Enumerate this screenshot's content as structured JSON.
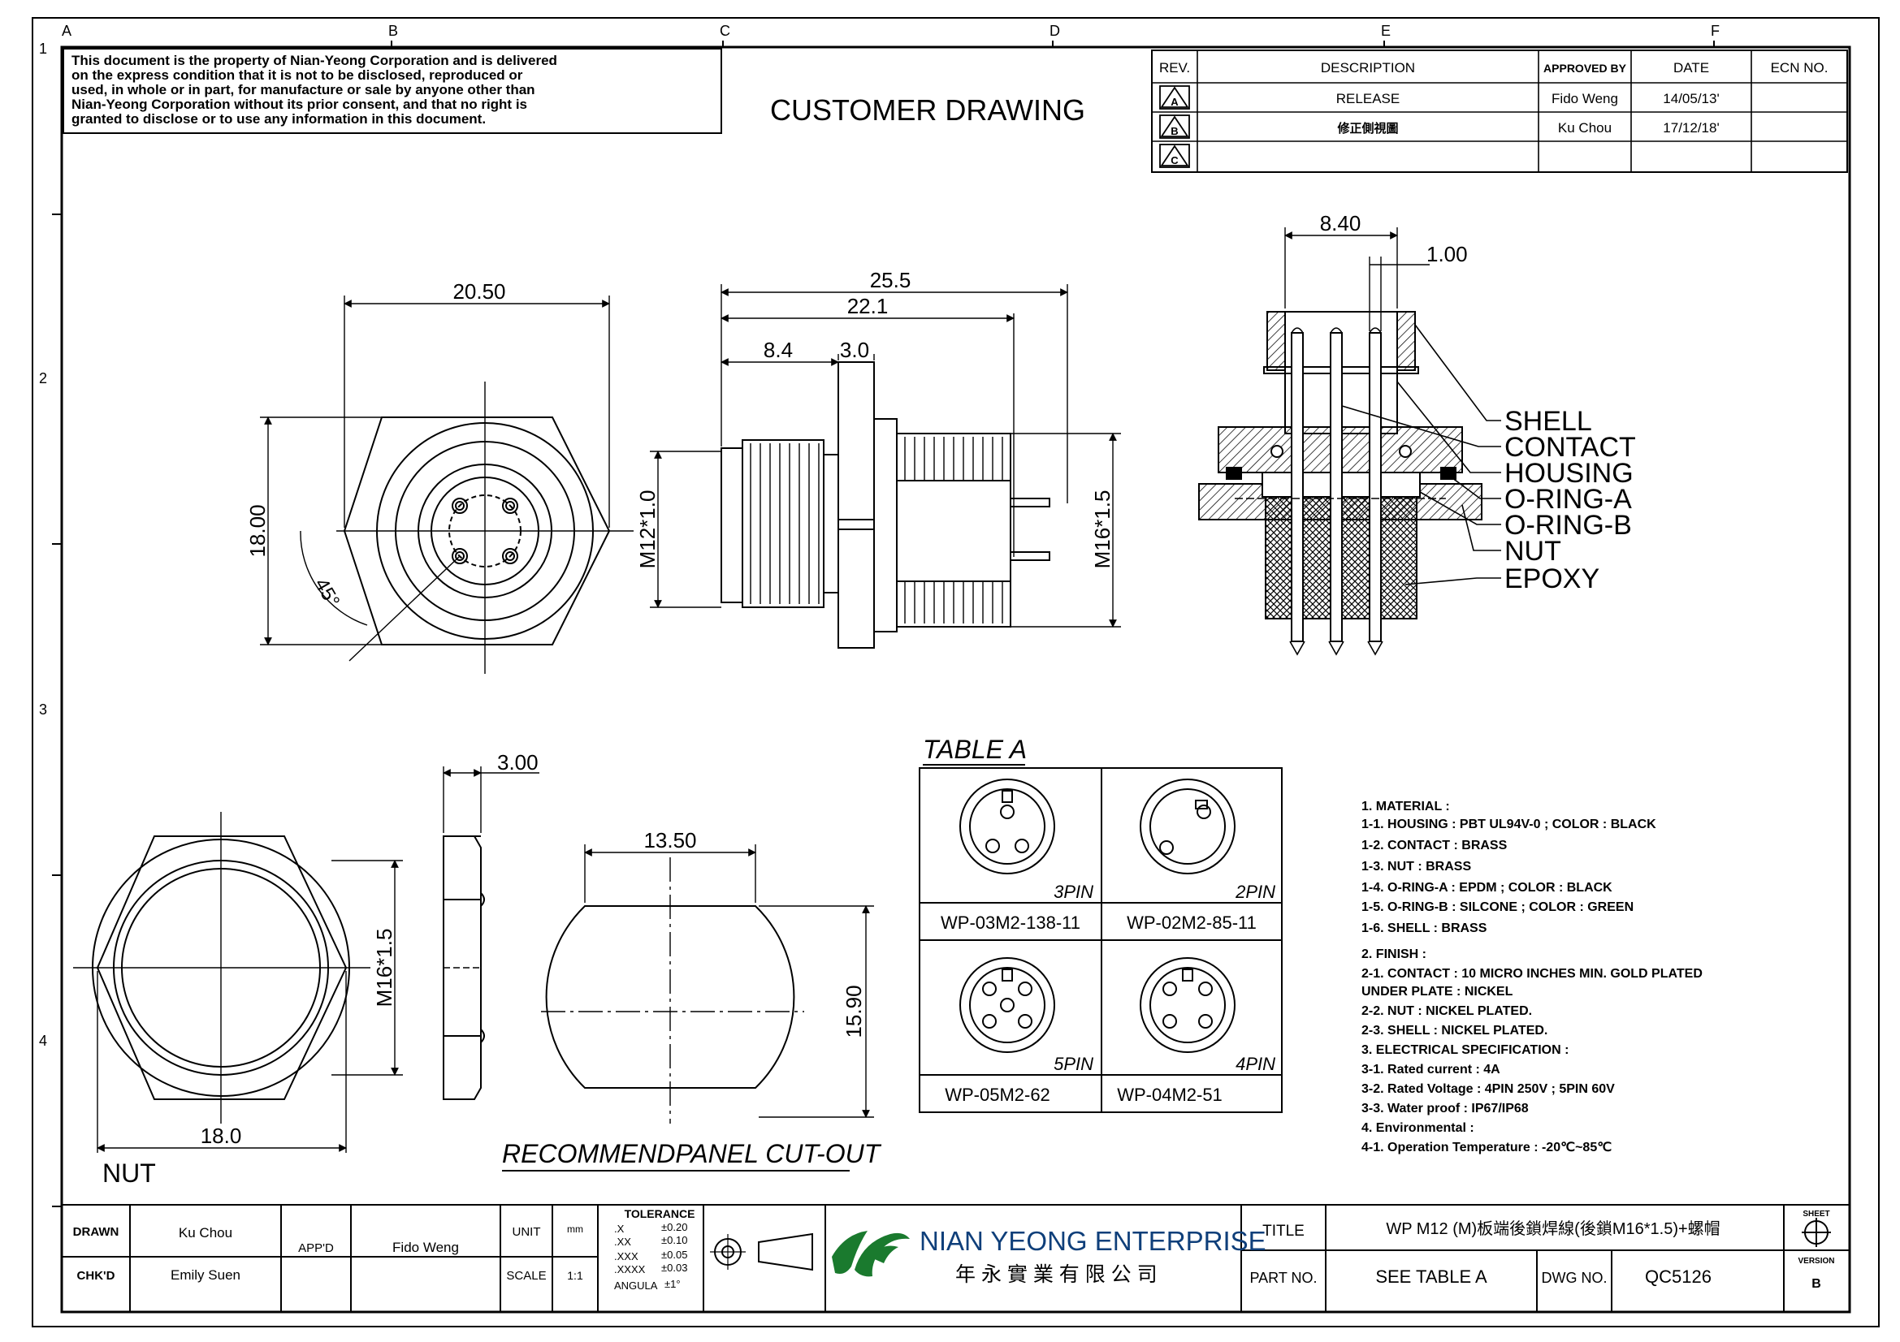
{
  "grid": {
    "columns": [
      "A",
      "B",
      "C",
      "D",
      "E",
      "F"
    ],
    "rows": [
      "1",
      "2",
      "3",
      "4"
    ]
  },
  "disclaimer": [
    "This document is the property of Nian-Yeong Corporation and is delivered",
    "on  the  express condition that it is not to be disclosed, reproduced or",
    "used, in whole or in part, for manufacture or sale by anyone other than",
    "Nian-Yeong Corporation without  its prior consent, and that  no right  is",
    "granted to disclose or to use any information in this  document."
  ],
  "heading": "CUSTOMER  DRAWING",
  "revision_table": {
    "headers": [
      "REV.",
      "DESCRIPTION",
      "APPROVED BY",
      "DATE",
      "ECN NO."
    ],
    "rows": [
      {
        "rev": "A",
        "description": "RELEASE",
        "approved": "Fido Weng",
        "date": "14/05/13'",
        "ecn": ""
      },
      {
        "rev": "B",
        "description": "修正側視圖",
        "approved": "Ku Chou",
        "date": "17/12/18'",
        "ecn": ""
      },
      {
        "rev": "C",
        "description": "",
        "approved": "",
        "date": "",
        "ecn": ""
      }
    ]
  },
  "dimensions": {
    "front_width": "20.50",
    "front_height": "18.00",
    "angle": "45°",
    "side_overall": "25.5",
    "side_body": "22.1",
    "side_thread_len": "8.4",
    "side_flange": "3.0",
    "side_thread_front": "M12*1.0",
    "side_thread_rear": "M16*1.5",
    "section_width": "8.40",
    "section_pin": "1.00",
    "nut_thickness": "3.00",
    "nut_width": "18.0",
    "nut_thread": "M16*1.5",
    "cutout_width": "13.50",
    "cutout_height": "15.90"
  },
  "section_labels": [
    "SHELL",
    "CONTACT",
    "HOUSING",
    "O-RING-A",
    "O-RING-B",
    "NUT",
    "EPOXY"
  ],
  "nut_label": "NUT",
  "cutout_label": "RECOMMENDPANEL  CUT-OUT",
  "table_a": {
    "title": "TABLE  A",
    "cells": [
      {
        "pins": "3PIN",
        "part": "WP-03M2-138-11"
      },
      {
        "pins": "2PIN",
        "part": "WP-02M2-85-11"
      },
      {
        "pins": "5PIN",
        "part": "WP-05M2-62"
      },
      {
        "pins": "4PIN",
        "part": "WP-04M2-51"
      }
    ]
  },
  "notes": [
    "1. MATERIAL :",
    "   1-1. HOUSING : PBT UL94V-0 ; COLOR : BLACK",
    "   1-2. CONTACT   : BRASS",
    "   1-3. NUT : BRASS",
    "   1-4. O-RING-A : EPDM ; COLOR : BLACK",
    "   1-5. O-RING-B : SILCONE ; COLOR : GREEN",
    "   1-6. SHELL : BRASS",
    "2. FINISH :",
    "   2-1. CONTACT : 10 MICRO INCHES MIN. GOLD PLATED",
    "           UNDER PLATE : NICKEL",
    "   2-2. NUT : NICKEL PLATED.",
    "   2-3. SHELL : NICKEL PLATED.",
    "3. ELECTRICAL SPECIFICATION :",
    "   3-1. Rated current : 4A",
    "   3-2. Rated Voltage : 4PIN 250V ; 5PIN 60V",
    "   3-3. Water proof : IP67/IP68",
    "4. Environmental :",
    "   4-1. Operation Temperature : -20℃~85℃"
  ],
  "title_block": {
    "drawn_label": "DRAWN",
    "drawn_by": "Ku Chou",
    "chkd_label": "CHK'D",
    "checked_by": "Emily Suen",
    "appd_label": "APP'D",
    "approved_by": "Fido Weng",
    "unit_label": "UNIT",
    "unit": "mm",
    "scale_label": "SCALE",
    "scale": "1:1",
    "tolerance_label": "TOLERANCE",
    "tolerances": [
      {
        "k": ".X",
        "v": "±0.20"
      },
      {
        "k": ".XX",
        "v": "±0.10"
      },
      {
        "k": ".XXX",
        "v": "±0.05"
      },
      {
        "k": ".XXXX",
        "v": "±0.03"
      },
      {
        "k": "ANGULA",
        "v": "±1°"
      }
    ],
    "company_en": "NIAN YEONG ENTERPRISE",
    "company_zh": "年 永 實 業 有 限 公 司",
    "title_label": "TITLE",
    "title": "WP  M12  (M)板端後鎖焊線(後鎖M16*1.5)+螺帽",
    "part_label": "PART NO.",
    "part_no": "SEE TABLE A",
    "dwg_label": "DWG NO.",
    "dwg_no": "QC5126",
    "sheet_label": "SHEET",
    "version_label": "VERSION",
    "version": "B"
  }
}
